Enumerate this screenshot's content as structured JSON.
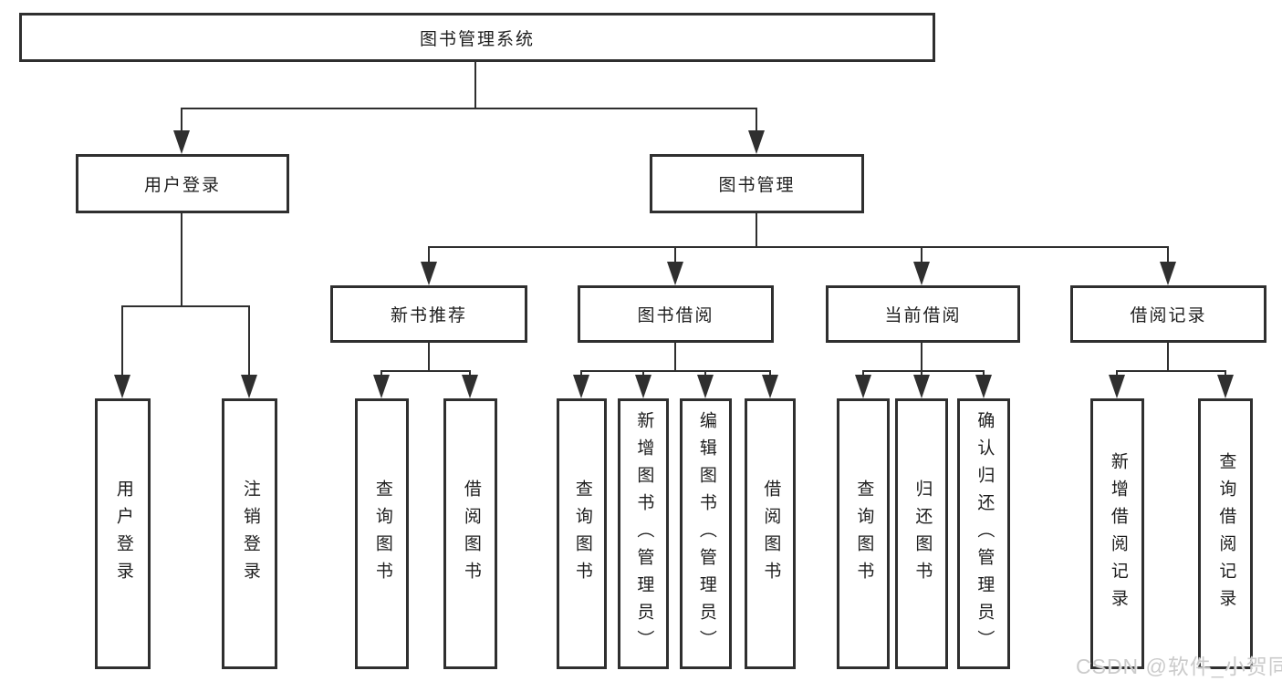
{
  "diagram": {
    "root": {
      "label": "图书管理系统"
    },
    "branches": [
      {
        "label": "用户登录",
        "children": [
          {
            "label": "用户登录"
          },
          {
            "label": "注销登录"
          }
        ]
      },
      {
        "label": "图书管理",
        "children": [
          {
            "label": "新书推荐",
            "children": [
              {
                "label": "查询图书"
              },
              {
                "label": "借阅图书"
              }
            ]
          },
          {
            "label": "图书借阅",
            "children": [
              {
                "label": "查询图书"
              },
              {
                "label": "新增图书（管理员）"
              },
              {
                "label": "编辑图书（管理员）"
              },
              {
                "label": "借阅图书"
              }
            ]
          },
          {
            "label": "当前借阅",
            "children": [
              {
                "label": "查询图书"
              },
              {
                "label": "归还图书"
              },
              {
                "label": "确认归还（管理员）"
              }
            ]
          },
          {
            "label": "借阅记录",
            "children": [
              {
                "label": "新增借阅记录"
              },
              {
                "label": "查询借阅记录"
              }
            ]
          }
        ]
      }
    ]
  },
  "watermark": {
    "text": "CSDN @软件_小贺同学"
  },
  "colors": {
    "background": "#ffffff",
    "line": "#2f2f2f",
    "box_border": "#2f2f2f",
    "text": "#1e1e1e",
    "watermark": "#cbcbcb"
  }
}
